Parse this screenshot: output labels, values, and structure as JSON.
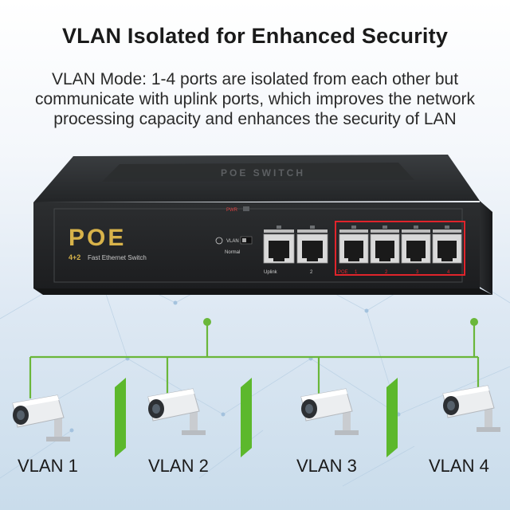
{
  "headline": "VLAN Isolated for Enhanced Security",
  "description": "VLAN Mode: 1-4 ports are isolated from each other but communicate with uplink ports, which improves the network processing capacity and enhances the security of LAN",
  "device": {
    "top_label": "POE SWITCH",
    "logo": "POE",
    "model": "4+2",
    "model_desc": "Fast Ethernet Switch",
    "pwr_label": "PWR",
    "vlan_label": "VLAN",
    "normal_label": "Normal",
    "uplink_label": "Uplink",
    "uplink_port2": "2",
    "poe_label": "POE",
    "poe_ports": [
      "1",
      "2",
      "3",
      "4"
    ]
  },
  "vlans": [
    "VLAN 1",
    "VLAN 2",
    "VLAN 3",
    "VLAN 4"
  ],
  "colors": {
    "network_line": "#6ab73a",
    "isolation_bar": "#5cb82c",
    "poe_border": "#e0242b",
    "logo_gold": "#d8b34a"
  },
  "icons": [
    "security-camera-icon",
    "network-node-icon",
    "isolation-barrier-icon"
  ]
}
